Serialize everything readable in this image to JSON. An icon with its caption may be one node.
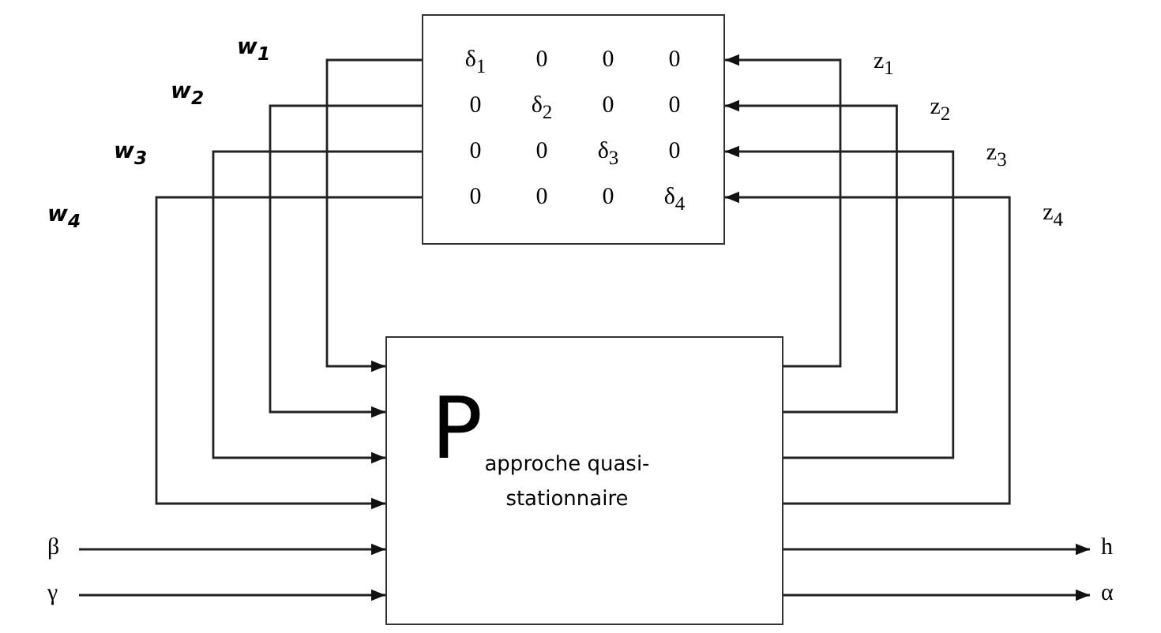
{
  "diagram": {
    "nodes": [
      {
        "text": [
          "δ$_{1}$",
          "0",
          "0",
          "0",
          "0",
          "δ$_{2}$",
          "0",
          "0",
          "0",
          "0",
          "δ$_{3}$",
          "0",
          "0",
          "0",
          "0",
          "δ$_{4}$"
        ]
      },
      {
        "text": [
          "P",
          "approche quasi-stationnaire"
        ]
      }
    ],
    "edges": [
      {
        "from": 0,
        "to": 1,
        "arrow": "to",
        "label": "w$_{1}$"
      },
      {
        "from": 0,
        "to": 1,
        "arrow": "to",
        "label": "w$_{2}$"
      },
      {
        "from": 0,
        "to": 1,
        "arrow": "to",
        "label": "w$_{3}$"
      },
      {
        "from": 0,
        "to": 1,
        "arrow": "to",
        "label": "w$_{4}$"
      },
      {
        "from": 1,
        "to": 0,
        "arrow": "to",
        "label": "z$_{1}$"
      },
      {
        "from": 1,
        "to": 0,
        "arrow": "to",
        "label": "z$_{2}$"
      },
      {
        "from": 1,
        "to": 0,
        "arrow": "to",
        "label": "z$_{3}$"
      },
      {
        "from": 1,
        "to": 0,
        "arrow": "to",
        "label": "z$_{4}$"
      },
      {
        "from": null,
        "to": 1,
        "arrow": "to",
        "label": "β"
      },
      {
        "from": null,
        "to": 1,
        "arrow": "to",
        "label": "γ"
      },
      {
        "from": 1,
        "to": null,
        "arrow": "to",
        "label": "h"
      },
      {
        "from": 1,
        "to": null,
        "arrow": "to",
        "label": "α"
      }
    ]
  }
}
